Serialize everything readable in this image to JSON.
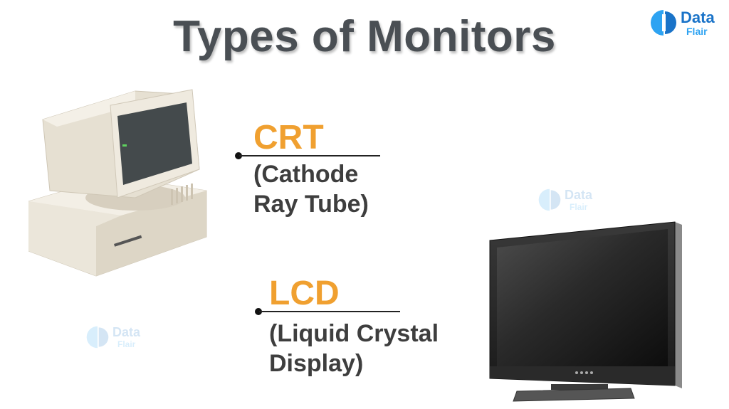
{
  "title": "Types of Monitors",
  "logo": {
    "line1": "Data",
    "line2": "Flair",
    "color_dark": "#1a73c8",
    "color_light": "#2ea3f2"
  },
  "watermark": {
    "line1": "Data",
    "line2": "Flair"
  },
  "crt": {
    "abbr": "CRT",
    "desc_line1": "(Cathode",
    "desc_line2": "Ray Tube)"
  },
  "lcd": {
    "abbr": "LCD",
    "desc_line1": "(Liquid Crystal",
    "desc_line2": "Display)"
  },
  "colors": {
    "accent": "#f0a030",
    "title": "#4a4f54",
    "text": "#3e3e3e"
  },
  "icons": {
    "crt_image": "crt-monitor-icon",
    "lcd_image": "lcd-tv-icon"
  }
}
